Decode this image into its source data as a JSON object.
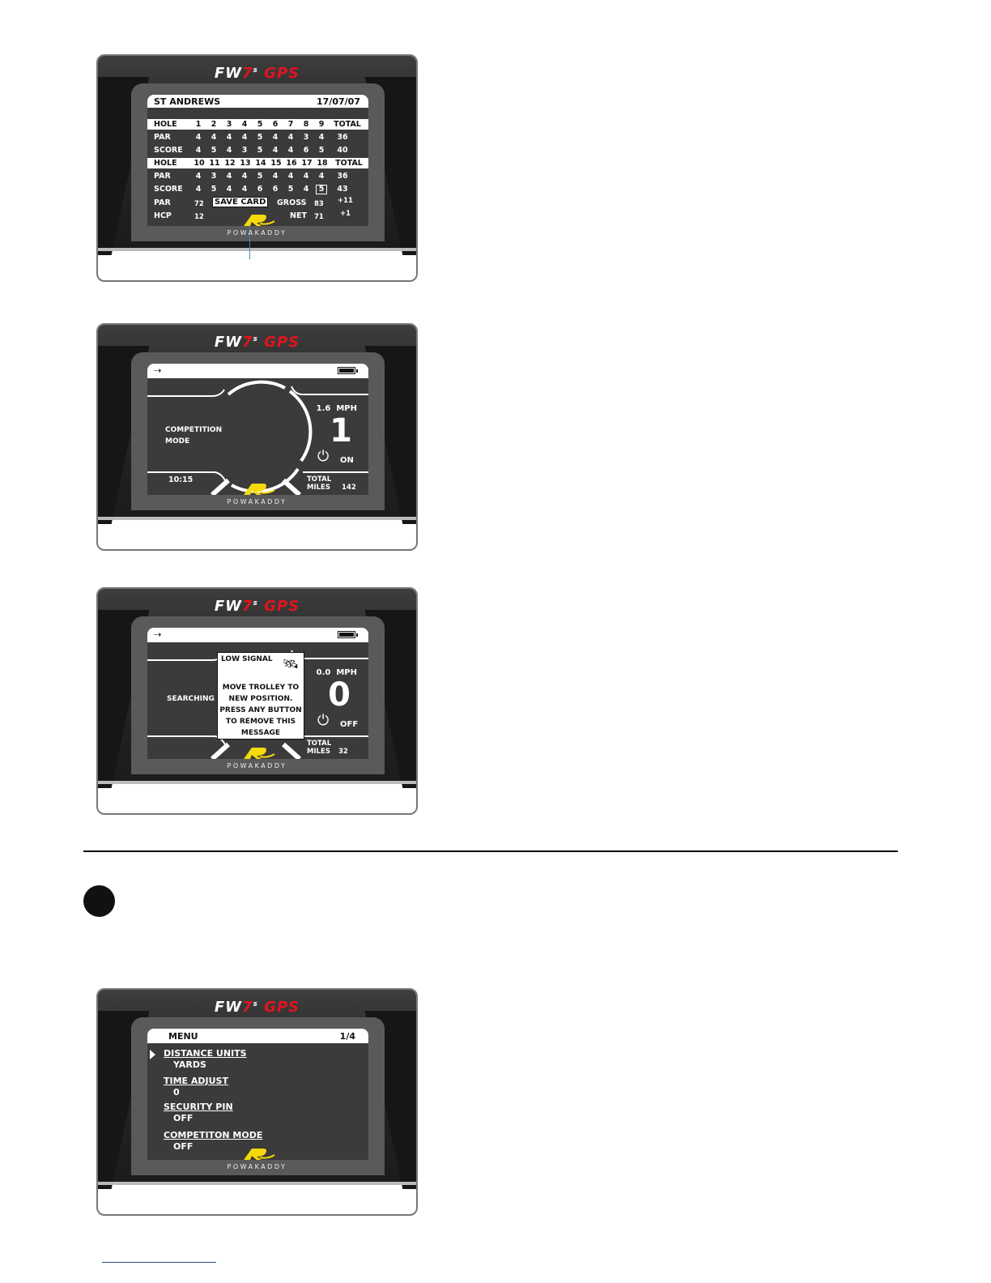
{
  "device": {
    "title_fw": "FW",
    "title_7": "7",
    "title_s": "s",
    "title_gps": "GPS",
    "brand": "POWAKADDY"
  },
  "scorecard": {
    "course": "ST ANDREWS",
    "date": "17/07/07",
    "front": {
      "hole_label": "HOLE",
      "holes": [
        "1",
        "2",
        "3",
        "4",
        "5",
        "6",
        "7",
        "8",
        "9"
      ],
      "total_label": "TOTAL",
      "par_label": "PAR",
      "par": [
        "4",
        "4",
        "4",
        "4",
        "5",
        "4",
        "4",
        "3",
        "4"
      ],
      "par_total": "36",
      "score_label": "SCORE",
      "score": [
        "4",
        "5",
        "4",
        "3",
        "5",
        "4",
        "4",
        "6",
        "5"
      ],
      "score_total": "40"
    },
    "back": {
      "hole_label": "HOLE",
      "holes": [
        "10",
        "11",
        "12",
        "13",
        "14",
        "15",
        "16",
        "17",
        "18"
      ],
      "total_label": "TOTAL",
      "par_label": "PAR",
      "par": [
        "4",
        "3",
        "4",
        "4",
        "5",
        "4",
        "4",
        "4",
        "4"
      ],
      "par_total": "36",
      "score_label": "SCORE",
      "score": [
        "4",
        "5",
        "4",
        "4",
        "6",
        "6",
        "5",
        "4",
        "5"
      ],
      "score_total": "43"
    },
    "footer": {
      "par_label": "PAR",
      "par_value": "72",
      "save_card": "SAVE CARD",
      "gross_label": "GROSS",
      "gross_value": "83",
      "gross_diff": "+11",
      "hcp_label": "HCP",
      "hcp_value": "12",
      "net_label": "NET",
      "net_value": "71",
      "net_diff": "+1"
    }
  },
  "competition": {
    "mode_line1": "COMPETITION",
    "mode_line2": "MODE",
    "speed": "1.6",
    "speed_unit": "MPH",
    "gear": "1",
    "power_state": "ON",
    "time": "10:15",
    "total_label": "TOTAL",
    "miles_label": "MILES",
    "miles": "142"
  },
  "searching": {
    "status": "SEARCHING",
    "popup_title": "LOW SIGNAL",
    "popup_lines": [
      "MOVE TROLLEY TO",
      "NEW POSITION.",
      "PRESS ANY BUTTON",
      "TO REMOVE THIS",
      "MESSAGE"
    ],
    "speed": "0.0",
    "speed_unit": "MPH",
    "gear": "0",
    "power_state": "OFF",
    "total_label": "TOTAL",
    "miles_label": "MILES",
    "miles": "32"
  },
  "menu": {
    "title": "MENU",
    "page": "1/4",
    "items": [
      {
        "label": "DISTANCE UNITS",
        "value": "YARDS"
      },
      {
        "label": "TIME ADJUST",
        "value": "0"
      },
      {
        "label": "SECURITY PIN",
        "value": "OFF"
      },
      {
        "label": "COMPETITON MODE",
        "value": "OFF"
      }
    ]
  },
  "icons": {
    "usb": "usb-icon",
    "battery": "battery-icon",
    "power": "power-icon",
    "satellite": "satellite-icon",
    "pointer": "menu-pointer-icon"
  },
  "colors": {
    "gps_red": "#e1141e",
    "logo_yellow": "#f5d90a",
    "screen_bg": "#3b3b3b"
  }
}
